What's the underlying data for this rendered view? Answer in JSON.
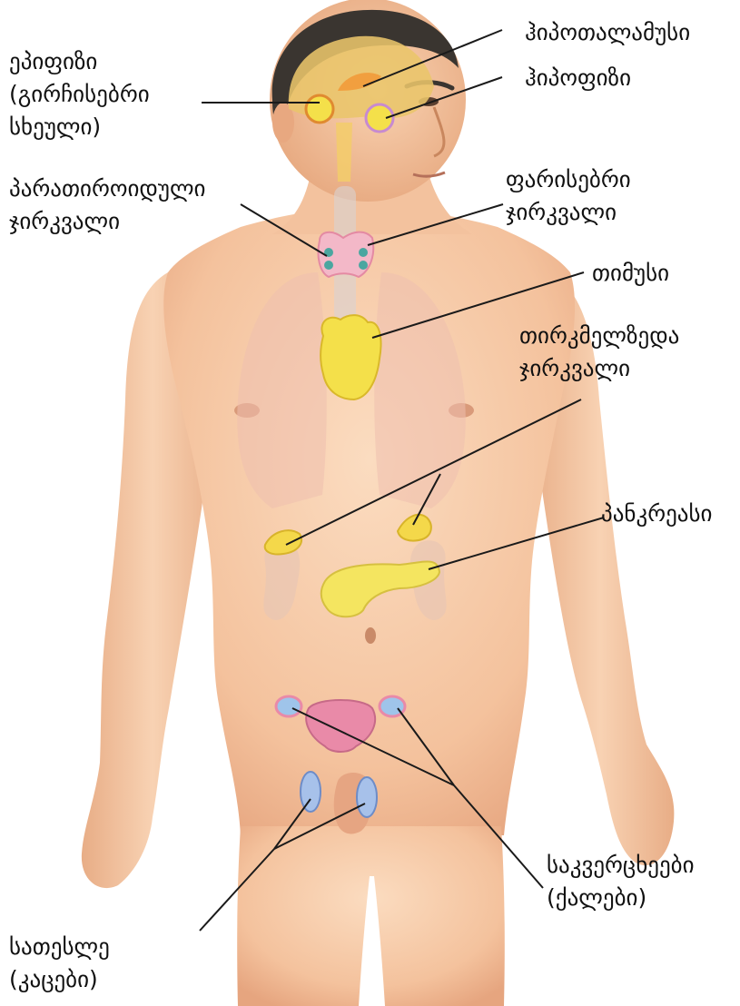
{
  "labels": {
    "epiphysis": {
      "line1": "ეპიფიზი",
      "line2": "(გირჩისებრი",
      "line3": "სხეული)"
    },
    "hypothalamus": {
      "line1": "ჰიპოთალამუსი"
    },
    "hypophysis": {
      "line1": "ჰიპოფიზი"
    },
    "parathyroid": {
      "line1": "პარათიროიდული",
      "line2": "ჯირკვალი"
    },
    "thyroid": {
      "line1": "ფარისებრი",
      "line2": "ჯირკვალი"
    },
    "thymus": {
      "line1": "თიმუსი"
    },
    "adrenal": {
      "line1": "თირკმელზედა",
      "line2": "ჯირკვალი"
    },
    "pancreas": {
      "line1": "პანკრეასი"
    },
    "ovaries": {
      "line1": "საკვერცხეები",
      "line2": "(ქალები)"
    },
    "testes": {
      "line1": "სათესლე",
      "line2": "(კაცები)"
    }
  },
  "colors": {
    "skin": "#f5c9a6",
    "skin_shadow": "#e6a57f",
    "hair": "#3a3530",
    "brain": "#e9c56a",
    "gland_yellow": "#f4e04a",
    "thyroid_pink": "#f3b8c8",
    "ovary_blue": "#9fc4ea",
    "uterus_pink": "#e98aa8",
    "leader_line": "#1a1a1a"
  }
}
